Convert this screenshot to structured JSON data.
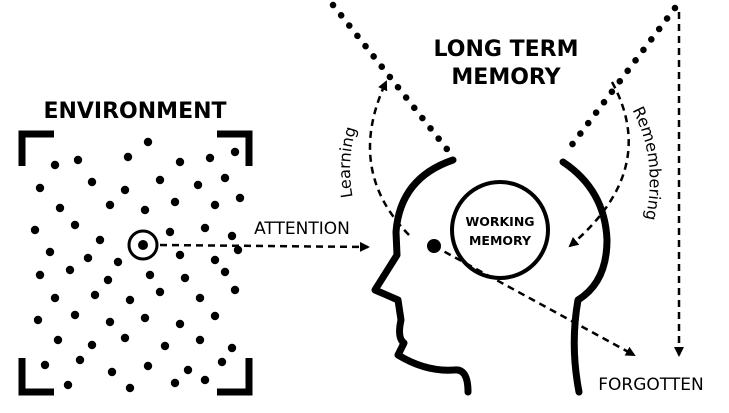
{
  "labels": {
    "environment": "ENVIRONMENT",
    "ltm_line1": "LONG TERM",
    "ltm_line2": "MEMORY",
    "wm_line1": "WORKING",
    "wm_line2": "MEMORY",
    "attention": "ATTENTION",
    "learning": "Learning",
    "remembering": "Remembering",
    "forgotten": "FORGOTTEN"
  },
  "colors": {
    "ink": "#000000",
    "background": "#ffffff"
  }
}
